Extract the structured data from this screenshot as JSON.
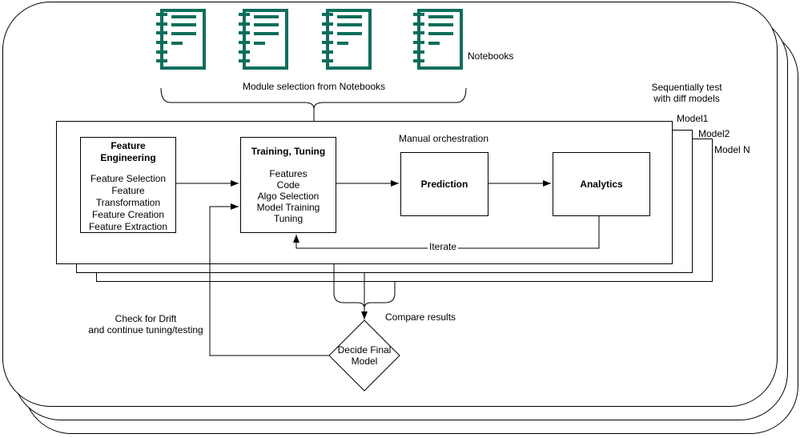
{
  "colors": {
    "notebook": "#0e6e5c",
    "line": "#000000"
  },
  "notebooks": {
    "label": "Notebooks",
    "module_selection_label": "Module selection from Notebooks"
  },
  "annotations": {
    "sequential_test_line1": "Sequentially test",
    "sequential_test_line2": "with diff models",
    "model_labels": [
      "Model1",
      "Model2",
      "Model N"
    ],
    "manual_orchestration": "Manual orchestration",
    "iterate": "Iterate",
    "compare_results": "Compare results",
    "drift_line1": "Check for Drift",
    "drift_line2": "and continue tuning/testing"
  },
  "boxes": {
    "feature_engineering": {
      "title": "Feature Engineering",
      "items": [
        "Feature Selection",
        "Feature Transformation",
        "Feature Creation",
        "Feature Extraction"
      ]
    },
    "training_tuning": {
      "title": "Training, Tuning",
      "items": [
        "Features",
        "Code",
        "Algo Selection",
        "Model Training",
        "Tuning"
      ]
    },
    "prediction": {
      "title": "Prediction"
    },
    "analytics": {
      "title": "Analytics"
    },
    "decide": {
      "line1": "Decide Final",
      "line2": "Model"
    }
  }
}
